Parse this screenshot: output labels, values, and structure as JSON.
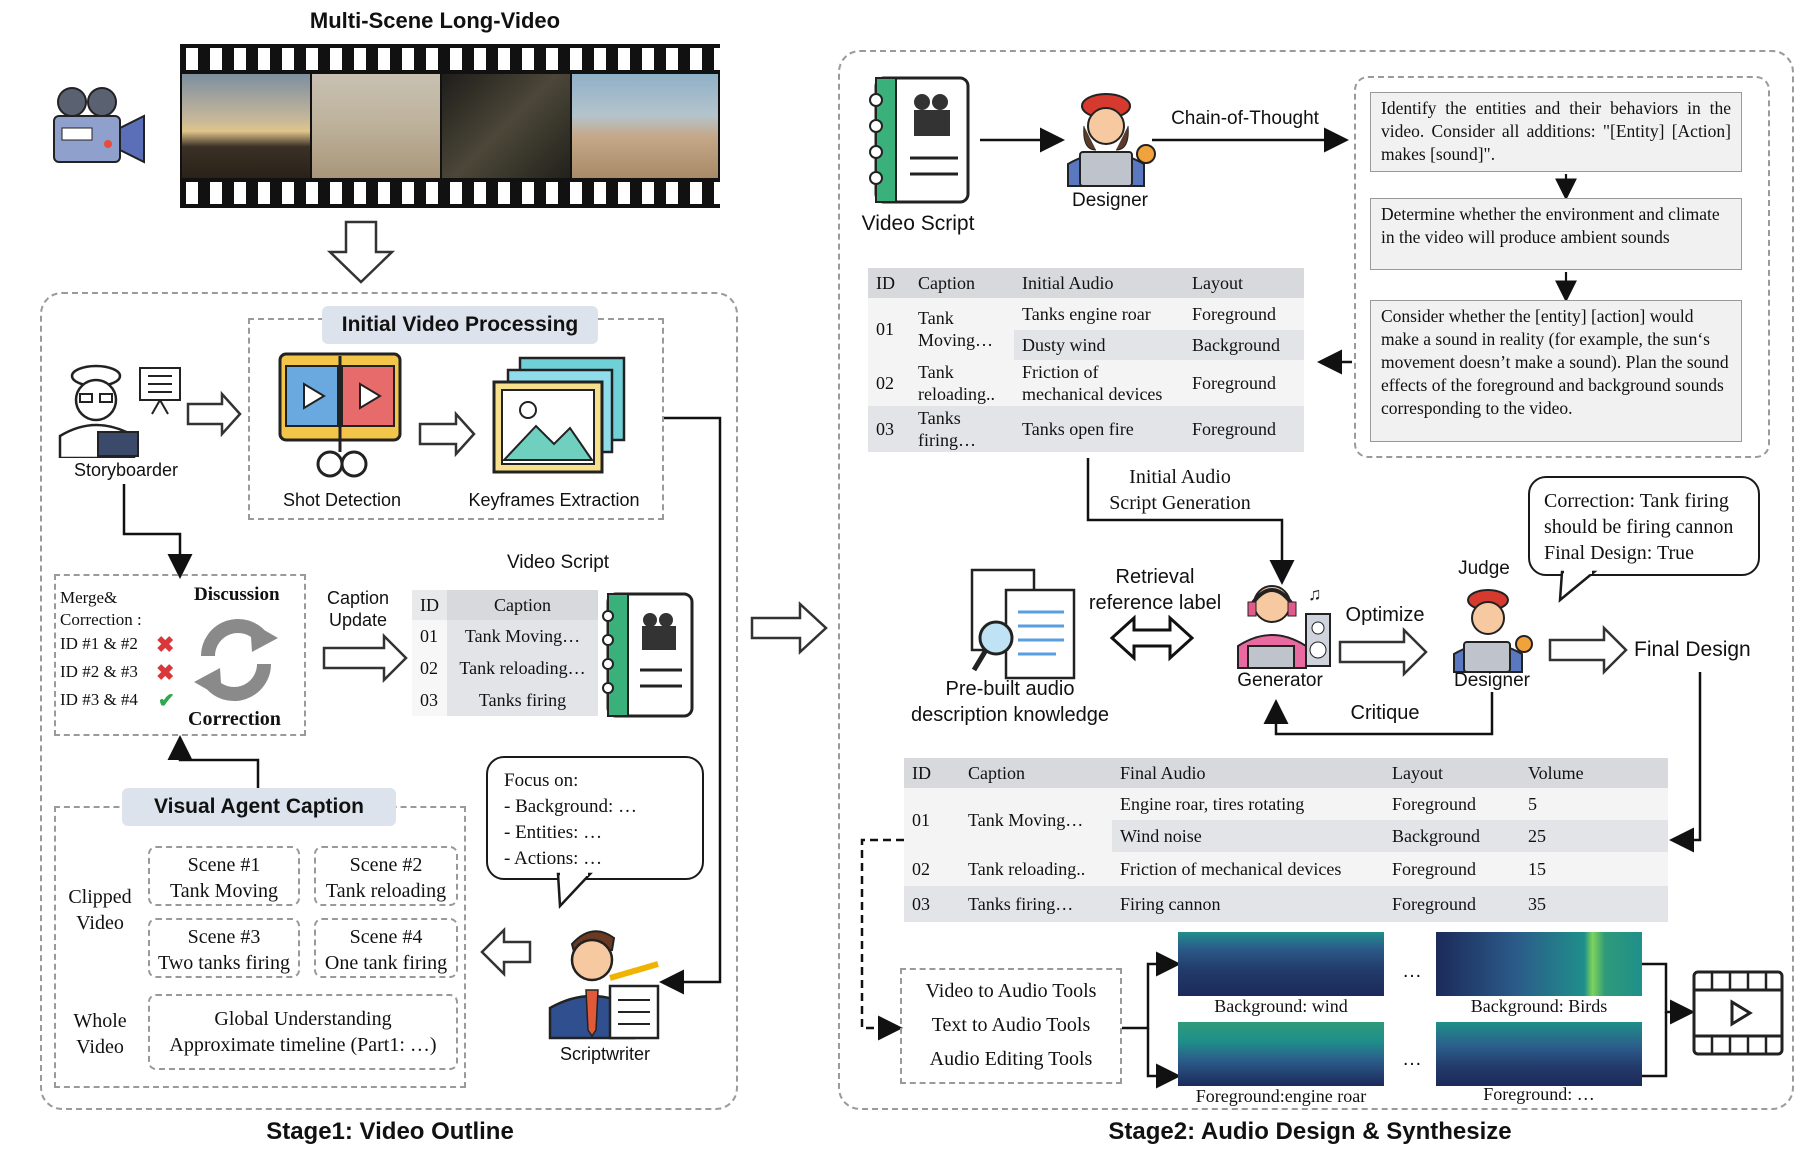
{
  "stage1": {
    "top_title": "Multi-Scene Long-Video",
    "initial_processing_title": "Initial Video Processing",
    "storyboarder_label": "Storyboarder",
    "shot_detection_label": "Shot Detection",
    "keyframes_label": "Keyframes Extraction",
    "merge_label_1": "Merge&",
    "merge_label_2": "Correction :",
    "merge_pairs": [
      "ID #1 & #2",
      "ID #2 & #3",
      "ID #3 & #4"
    ],
    "discussion_label": "Discussion",
    "correction_label": "Correction",
    "caption_update_1": "Caption",
    "caption_update_2": "Update",
    "video_script_title": "Video Script",
    "script_table": {
      "headers": [
        "ID",
        "Caption"
      ],
      "rows": [
        [
          "01",
          "Tank Moving…"
        ],
        [
          "02",
          "Tank reloading…"
        ],
        [
          "03",
          "Tanks firing"
        ]
      ]
    },
    "focus_bubble": [
      "Focus on:",
      "- Background: …",
      "- Entities: …",
      "- Actions: …"
    ],
    "visual_agent_title": "Visual Agent Caption",
    "clipped_video_1": "Clipped",
    "clipped_video_2": "Video",
    "scenes": [
      {
        "title": "Scene #1",
        "desc": "Tank Moving"
      },
      {
        "title": "Scene #2",
        "desc": "Tank reloading"
      },
      {
        "title": "Scene #3",
        "desc": "Two tanks firing"
      },
      {
        "title": "Scene #4",
        "desc": "One tank firing"
      }
    ],
    "whole_video_1": "Whole",
    "whole_video_2": "Video",
    "global_1": "Global Understanding",
    "global_2": "Approximate timeline (Part1: …)",
    "scriptwriter_label": "Scriptwriter",
    "stage_title": "Stage1: Video Outline"
  },
  "stage2": {
    "video_script_label": "Video Script",
    "designer_label": "Designer",
    "cot_label": "Chain-of-Thought",
    "cot_steps": [
      "Identify the entities and their behaviors in the video. Consider all additions: \"[Entity] [Action] makes [sound]\".",
      "Determine whether the environment and climate in the video will produce ambient sounds",
      "Consider whether the [entity] [action] would make a sound in reality (for example, the sun‘s movement doesn’t make a sound). Plan the sound effects of the foreground and background sounds corresponding to the video."
    ],
    "initial_table": {
      "headers": [
        "ID",
        "Caption",
        "Initial Audio",
        "Layout"
      ],
      "rows": [
        {
          "id": "01",
          "caption": "Tank Moving…",
          "audio": [
            "Tanks engine roar",
            "Dusty wind"
          ],
          "layout": [
            "Foreground",
            "Background"
          ]
        },
        {
          "id": "02",
          "caption": "Tank reloading..",
          "audio": [
            "Friction of mechanical devices"
          ],
          "layout": [
            "Foreground"
          ]
        },
        {
          "id": "03",
          "caption": "Tanks firing…",
          "audio": [
            "Tanks open fire"
          ],
          "layout": [
            "Foreground"
          ]
        }
      ]
    },
    "initial_gen_1": "Initial Audio",
    "initial_gen_2": "Script Generation",
    "correction_bubble": [
      "Correction: Tank firing",
      "should be firing cannon",
      "Final Design:  True"
    ],
    "judge_label": "Judge",
    "judge_designer_label": "Designer",
    "retrieval_1": "Retrieval",
    "retrieval_2": "reference label",
    "prebuilt_1": "Pre-built audio",
    "prebuilt_2": "description knowledge",
    "generator_label": "Generator",
    "optimize_label": "Optimize",
    "critique_label": "Critique",
    "final_design_label": "Final Design",
    "final_table": {
      "headers": [
        "ID",
        "Caption",
        "Final Audio",
        "Layout",
        "Volume"
      ],
      "rows": [
        {
          "id": "01",
          "caption": "Tank Moving…",
          "audio": [
            "Engine roar, tires rotating",
            "Wind noise"
          ],
          "layout": [
            "Foreground",
            "Background"
          ],
          "volume": [
            "5",
            "25"
          ]
        },
        {
          "id": "02",
          "caption": "Tank reloading..",
          "audio": [
            "Friction of mechanical devices"
          ],
          "layout": [
            "Foreground"
          ],
          "volume": [
            "15"
          ]
        },
        {
          "id": "03",
          "caption": "Tanks firing…",
          "audio": [
            "Firing cannon"
          ],
          "layout": [
            "Foreground"
          ],
          "volume": [
            "35"
          ]
        }
      ]
    },
    "tools": [
      "Video to Audio Tools",
      "Text to Audio Tools",
      "Audio Editing Tools"
    ],
    "spectrograms": [
      "Background: wind",
      "Background: Birds",
      "Foreground:engine roar",
      "Foreground: …"
    ],
    "ellipsis": "…",
    "stage_title": "Stage2: Audio Design & Synthesize"
  },
  "colors": {
    "pill_bg": "#dde3ec",
    "dashed_border": "#9a9a9a",
    "table_header": "#d7d9dc",
    "spectrogram_dark": "#1c2a5a",
    "spectrogram_mid": "#1f8f8a",
    "spectrogram_bright": "#7fd35a"
  }
}
